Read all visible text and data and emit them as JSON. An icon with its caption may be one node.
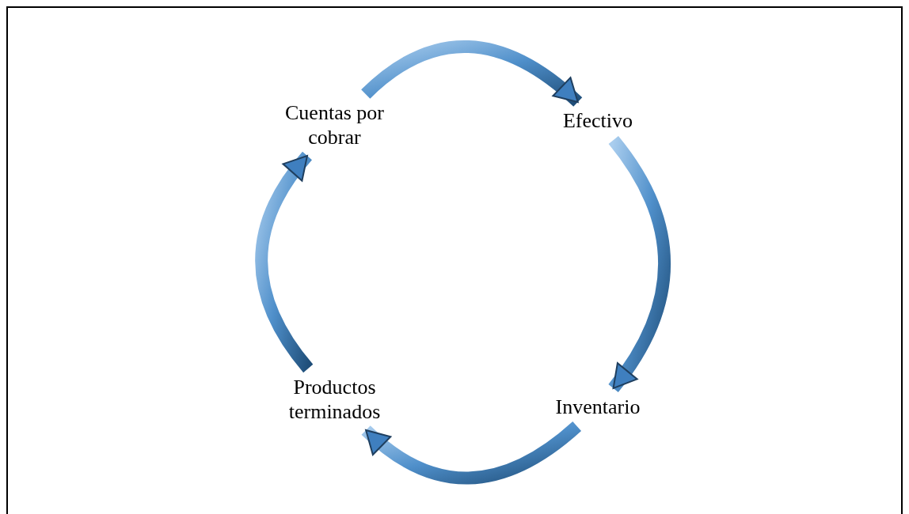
{
  "diagram": {
    "nodes": [
      {
        "text": [
          "Efectivo"
        ]
      },
      {
        "text": [
          "Inventario"
        ]
      },
      {
        "text": [
          "Productos terminados"
        ]
      },
      {
        "text": [
          "Cuentas por cobrar"
        ]
      }
    ],
    "edges": [
      {
        "from": 3,
        "to": 0,
        "arrow": "to",
        "style": "thick"
      },
      {
        "from": 0,
        "to": 1,
        "arrow": "to",
        "style": "thick"
      },
      {
        "from": 1,
        "to": 2,
        "arrow": "to",
        "style": "thick"
      },
      {
        "from": 2,
        "to": 3,
        "arrow": "to",
        "style": "thick"
      }
    ]
  }
}
